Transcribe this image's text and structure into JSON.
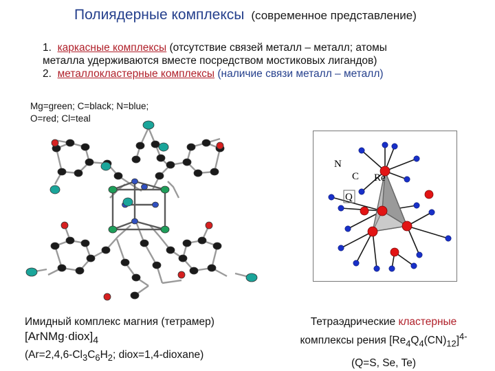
{
  "header": {
    "title": "Полиядерные комплексы",
    "subtitle": "(современное представление)"
  },
  "items": {
    "item1": {
      "num": "1.",
      "term": "каркасные комплексы",
      "rest_line1": "(отсутствие связей металл – металл;  атомы",
      "rest_line2": "металла удерживаются вместе посредством мостиковых лигандов)"
    },
    "item2": {
      "num": "2.",
      "term": "металлокластерные комплексы",
      "rest": "(наличие связи металл – металл)"
    }
  },
  "legend": {
    "line1": "Mg=green; C=black; N=blue;",
    "line2": "O=red; Cl=teal"
  },
  "left_caption": {
    "line1": "Имидный комплекс магния (тетрамер)",
    "formula_main": "[ArNMg",
    "formula_dot": "·",
    "formula_rest": "diox]",
    "formula_sub": "4",
    "line3_a": "(Ar=2,4,6-Cl",
    "line3_sub1": "3",
    "line3_b": "C",
    "line3_sub2": "6",
    "line3_c": "H",
    "line3_sub3": "2",
    "line3_d": "; diox=1,4-dioxane)"
  },
  "right_caption": {
    "line1_a": "Тетраэдрические ",
    "line1_b": "кластерные",
    "line2_a": "комплексы рения  [Re",
    "line2_s1": "4",
    "line2_b": "Q",
    "line2_s2": "4",
    "line2_c": "(CN)",
    "line2_s3": "12",
    "line2_d": "]",
    "line2_sup": "4-",
    "line3": "(Q=S, Se, Te)"
  },
  "cluster_labels": {
    "n": "N",
    "c": "C",
    "re": "Re",
    "q": "Q"
  },
  "colors": {
    "title": "#243f8c",
    "highlight": "#b0202a",
    "mg": "#1e9e5a",
    "carbon": "#1a1a1a",
    "nitrogen": "#3050c0",
    "oxygen": "#d62020",
    "chlorine": "#1aa59a",
    "re_atom": "#e21414",
    "n_atom": "#1830c8"
  }
}
